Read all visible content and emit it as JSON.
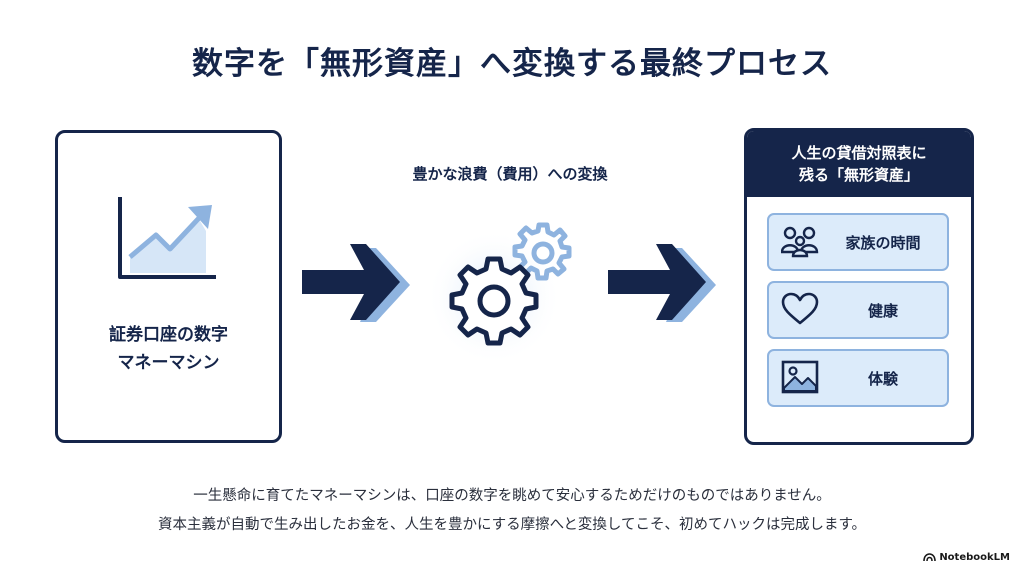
{
  "title": "数字を「無形資産」へ変換する最終プロセス",
  "left_box": {
    "line1": "証券口座の数字",
    "line2": "マネーマシン",
    "icon": "rising-chart-icon"
  },
  "middle": {
    "caption": "豊かな浪費（費用）への変換",
    "icon": "gears-icon"
  },
  "right_box": {
    "header_line1": "人生の貸借対照表に",
    "header_line2": "残る「無形資産」",
    "items": [
      {
        "label": "家族の時間",
        "icon": "family-icon"
      },
      {
        "label": "健康",
        "icon": "heart-icon"
      },
      {
        "label": "体験",
        "icon": "picture-icon"
      }
    ]
  },
  "footer": {
    "line1": "一生懸命に育てたマネーマシンは、口座の数字を眺めて安心するためだけのものではありません。",
    "line2": "資本主義が自動で生み出したお金を、人生を豊かにする摩擦へと変換してこそ、初めてハックは完成します。"
  },
  "brand": "NotebookLM",
  "colors": {
    "navy": "#15254a",
    "light_blue": "#8eb3df",
    "pale_blue": "#dcebfa"
  }
}
